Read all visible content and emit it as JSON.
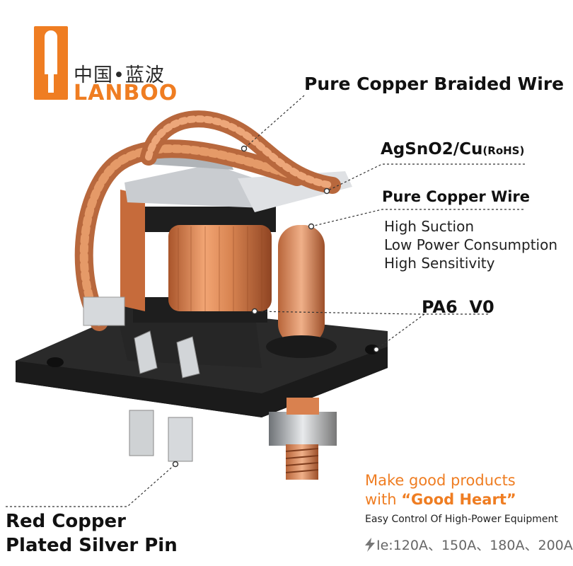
{
  "brand": {
    "logo_text_cn": "中国•蓝波",
    "logo_text_en": "LANBOO"
  },
  "callouts": {
    "braided_wire": "Pure Copper Braided Wire",
    "contact_material": "AgSnO2/Cu",
    "contact_note": "(RoHS)",
    "copper_wire": "Pure Copper Wire",
    "features": [
      "High Suction",
      "Low Power Consumption",
      "High Sensitivity"
    ],
    "housing": "PA6  V0",
    "pin_line1": "Red Copper",
    "pin_line2": "Plated Silver Pin"
  },
  "slogan": {
    "line1": "Make good products",
    "line2_prefix": "with",
    "line2_emphasis": "“Good Heart”",
    "control": "Easy Control Of High-Power Equipment",
    "rating": "Ie:120A、150A、180A、200A"
  },
  "colors": {
    "brand_orange": "#ef7d22",
    "copper": "#c9703f",
    "housing_black": "#2b2b2b"
  },
  "icons": [
    "lightning-bolt-icon"
  ]
}
